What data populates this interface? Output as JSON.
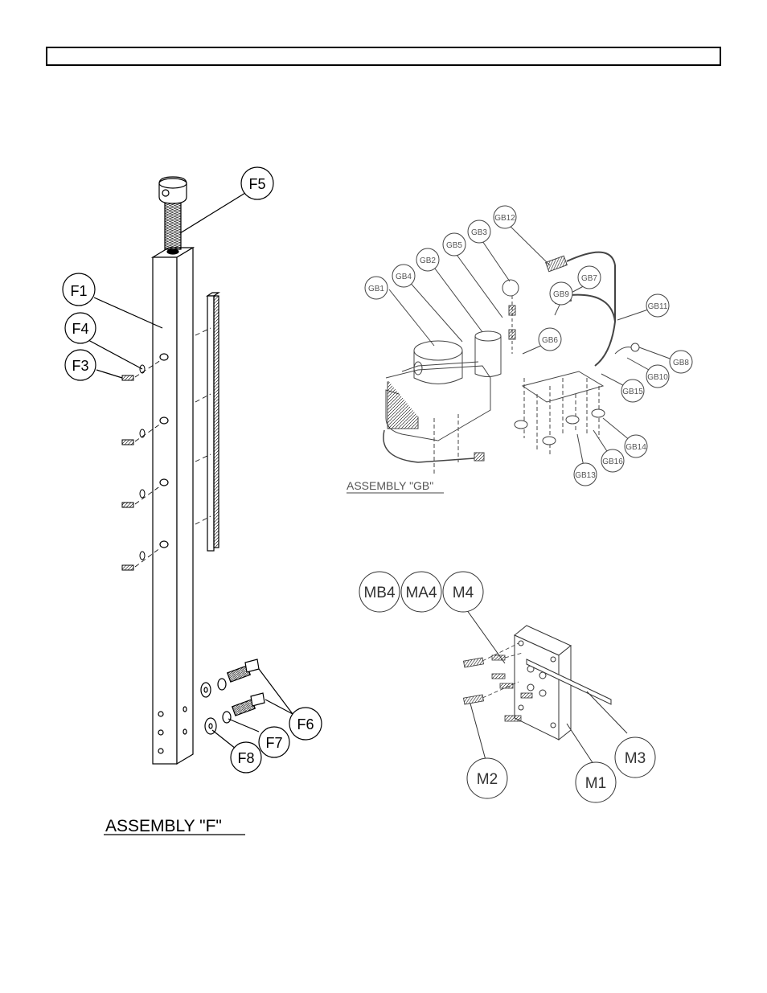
{
  "assembly_f": {
    "title": "ASSEMBLY \"F\"",
    "callouts": [
      "F1",
      "F3",
      "F4",
      "F5",
      "F6",
      "F7",
      "F8"
    ]
  },
  "assembly_gb": {
    "title": "ASSEMBLY \"GB\"",
    "callouts": [
      "GB1",
      "GB2",
      "GB3",
      "GB4",
      "GB5",
      "GB6",
      "GB7",
      "GB8",
      "GB9",
      "GB10",
      "GB11",
      "GB12",
      "GB13",
      "GB14",
      "GB15",
      "GB16"
    ]
  },
  "assembly_m": {
    "callouts": [
      "MB4",
      "MA4",
      "M4",
      "M1",
      "M2",
      "M3"
    ]
  }
}
